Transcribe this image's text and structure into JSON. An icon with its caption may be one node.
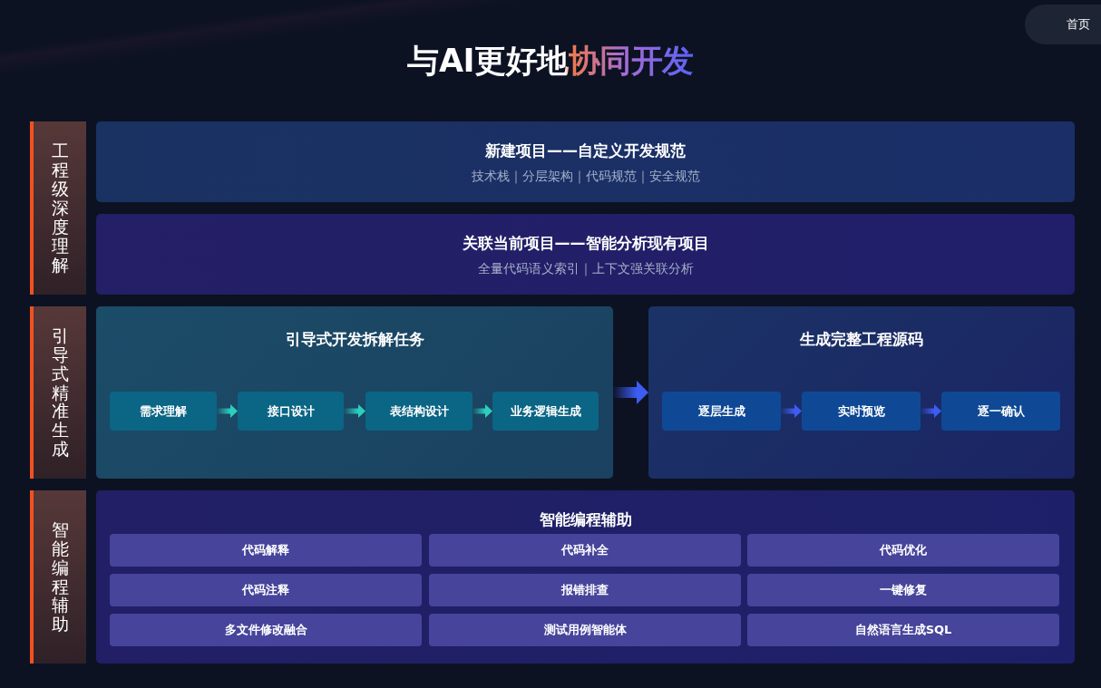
{
  "diagram": {
    "title": "与AI更好地协同开发",
    "nodes": [
      {
        "text": [
          "工程级深度理解"
        ]
      },
      {
        "text": [
          "新建项目——自定义开发规范",
          "技术栈｜分层架构｜代码规范｜安全规范"
        ]
      },
      {
        "text": [
          "关联当前项目——智能分析现有项目",
          "全量代码语义索引｜上下文强关联分析"
        ]
      },
      {
        "text": [
          "引导式精准生成"
        ]
      },
      {
        "text": [
          "引导式开发拆解任务"
        ]
      },
      {
        "text": [
          "需求理解"
        ],
        "in": 4
      },
      {
        "text": [
          "接口设计"
        ],
        "in": 4
      },
      {
        "text": [
          "表结构设计"
        ],
        "in": 4
      },
      {
        "text": [
          "业务逻辑生成"
        ],
        "in": 4
      },
      {
        "text": [
          "生成完整工程源码"
        ]
      },
      {
        "text": [
          "逐层生成"
        ],
        "in": 9
      },
      {
        "text": [
          "实时预览"
        ],
        "in": 9
      },
      {
        "text": [
          "逐一确认"
        ],
        "in": 9
      },
      {
        "text": [
          "智能编程辅助"
        ]
      },
      {
        "text": [
          "智能编程辅助"
        ]
      },
      {
        "text": [
          "代码解释"
        ],
        "in": 14
      },
      {
        "text": [
          "代码补全"
        ],
        "in": 14
      },
      {
        "text": [
          "代码优化"
        ],
        "in": 14
      },
      {
        "text": [
          "代码注释"
        ],
        "in": 14
      },
      {
        "text": [
          "报错排查"
        ],
        "in": 14
      },
      {
        "text": [
          "一键修复"
        ],
        "in": 14
      },
      {
        "text": [
          "多文件修改融合"
        ],
        "in": 14
      },
      {
        "text": [
          "测试用例智能体"
        ],
        "in": 14
      },
      {
        "text": [
          "自然语言生成SQL"
        ],
        "in": 14
      }
    ],
    "edges": [
      {
        "from": 5,
        "to": 6,
        "arrow": "to",
        "color": "#2ccfbd"
      },
      {
        "from": 6,
        "to": 7,
        "arrow": "to",
        "color": "#2ccfbd"
      },
      {
        "from": 7,
        "to": 8,
        "arrow": "to",
        "color": "#2ccfbd"
      },
      {
        "from": 4,
        "to": 9,
        "arrow": "to",
        "style": "thick"
      },
      {
        "from": 10,
        "to": 11,
        "arrow": "to"
      },
      {
        "from": 11,
        "to": 12,
        "arrow": "to"
      }
    ],
    "labels": [
      "首页"
    ]
  }
}
